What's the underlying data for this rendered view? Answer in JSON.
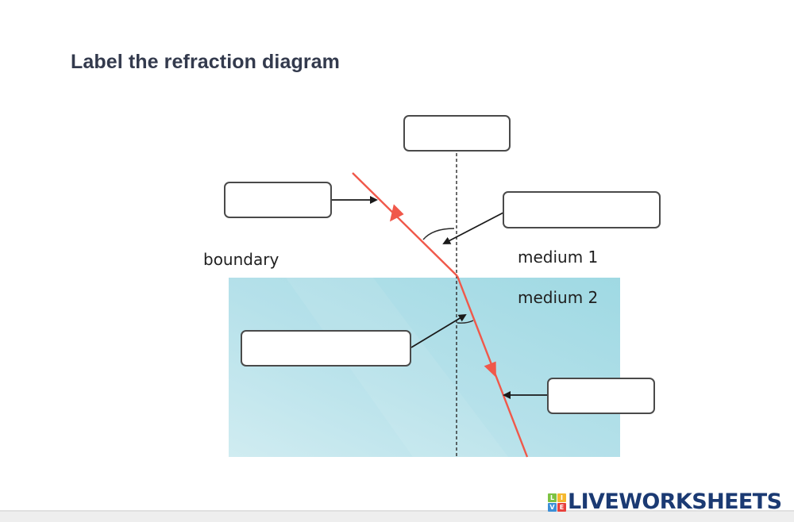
{
  "page": {
    "title": "Label the refraction diagram"
  },
  "diagram": {
    "labels": {
      "boundary": "boundary",
      "medium_1": "medium 1",
      "medium_2": "medium 2"
    },
    "drop_zones": [
      {
        "id": "normal",
        "value": ""
      },
      {
        "id": "incident-ray",
        "value": ""
      },
      {
        "id": "angle-of-incidence",
        "value": ""
      },
      {
        "id": "angle-of-refraction",
        "value": ""
      },
      {
        "id": "refracted-ray",
        "value": ""
      }
    ],
    "colors": {
      "ray": "#f0584a",
      "medium_2_dark": "#9fd9e3",
      "medium_2_light": "#cdeaf0",
      "box_border": "#4a4a4a",
      "arrow": "#1a1a1a"
    }
  },
  "footer": {
    "brand": {
      "logo_letters": [
        "L",
        "I",
        "V",
        "E"
      ],
      "logo_colors": [
        "#7dc242",
        "#f5b82e",
        "#3d8fd6",
        "#e8413c"
      ],
      "name": "LIVEWORKSHEETS",
      "name_color": "#1b3a73"
    }
  }
}
